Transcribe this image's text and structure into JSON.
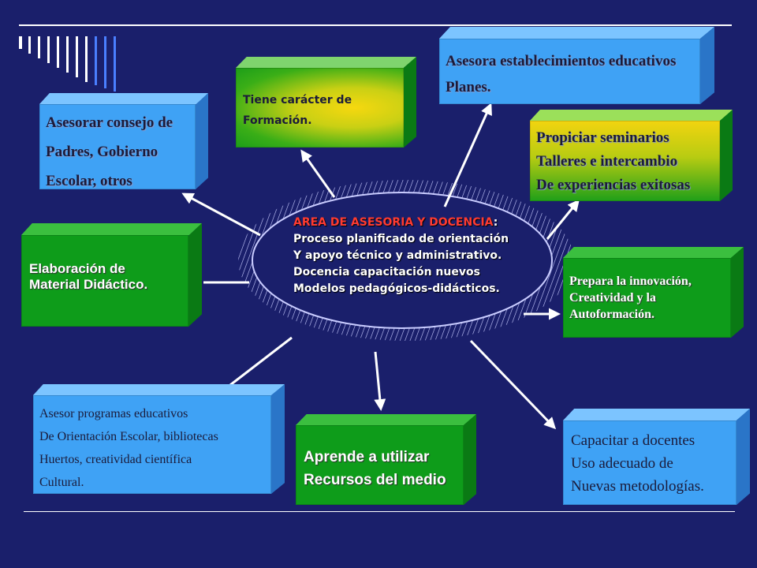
{
  "center": {
    "title": "AREA DE ASESORIA Y DOCENCIA",
    "colon": ":",
    "lines": [
      "Proceso planificado de orientación",
      "Y apoyo técnico y administrativo.",
      "Docencia capacitación nuevos",
      "Modelos pedagógicos-didácticos."
    ]
  },
  "boxes": {
    "consejo": [
      "Asesorar consejo de",
      "Padres, Gobierno",
      "Escolar, otros"
    ],
    "caracter": [
      "Tiene carácter de",
      "Formación."
    ],
    "establecimientos": [
      "Asesora establecimientos educativos",
      "Planes."
    ],
    "seminarios": [
      "Propiciar seminarios",
      "Talleres e intercambio",
      "De experiencias exitosas"
    ],
    "material": [
      "Elaboración de",
      "Material Didáctico."
    ],
    "innovacion": [
      "Prepara la innovación,",
      "Creatividad y la",
      "Autoformación."
    ],
    "programas": [
      "Asesor  programas educativos",
      "De Orientación Escolar, bibliotecas",
      "Huertos,  creatividad científica",
      "Cultural."
    ],
    "recursos": [
      "Aprende a utilizar",
      "Recursos del medio"
    ],
    "docentes": [
      "Capacitar a docentes",
      "Uso adecuado de",
      "Nuevas metodologías."
    ]
  },
  "colors": {
    "background": "#1a1f6b",
    "blue_box": "#3fa2f5",
    "green_box": "#0e9c1a",
    "yellow_box": "#f3d012",
    "title_red": "#ff3b30"
  }
}
